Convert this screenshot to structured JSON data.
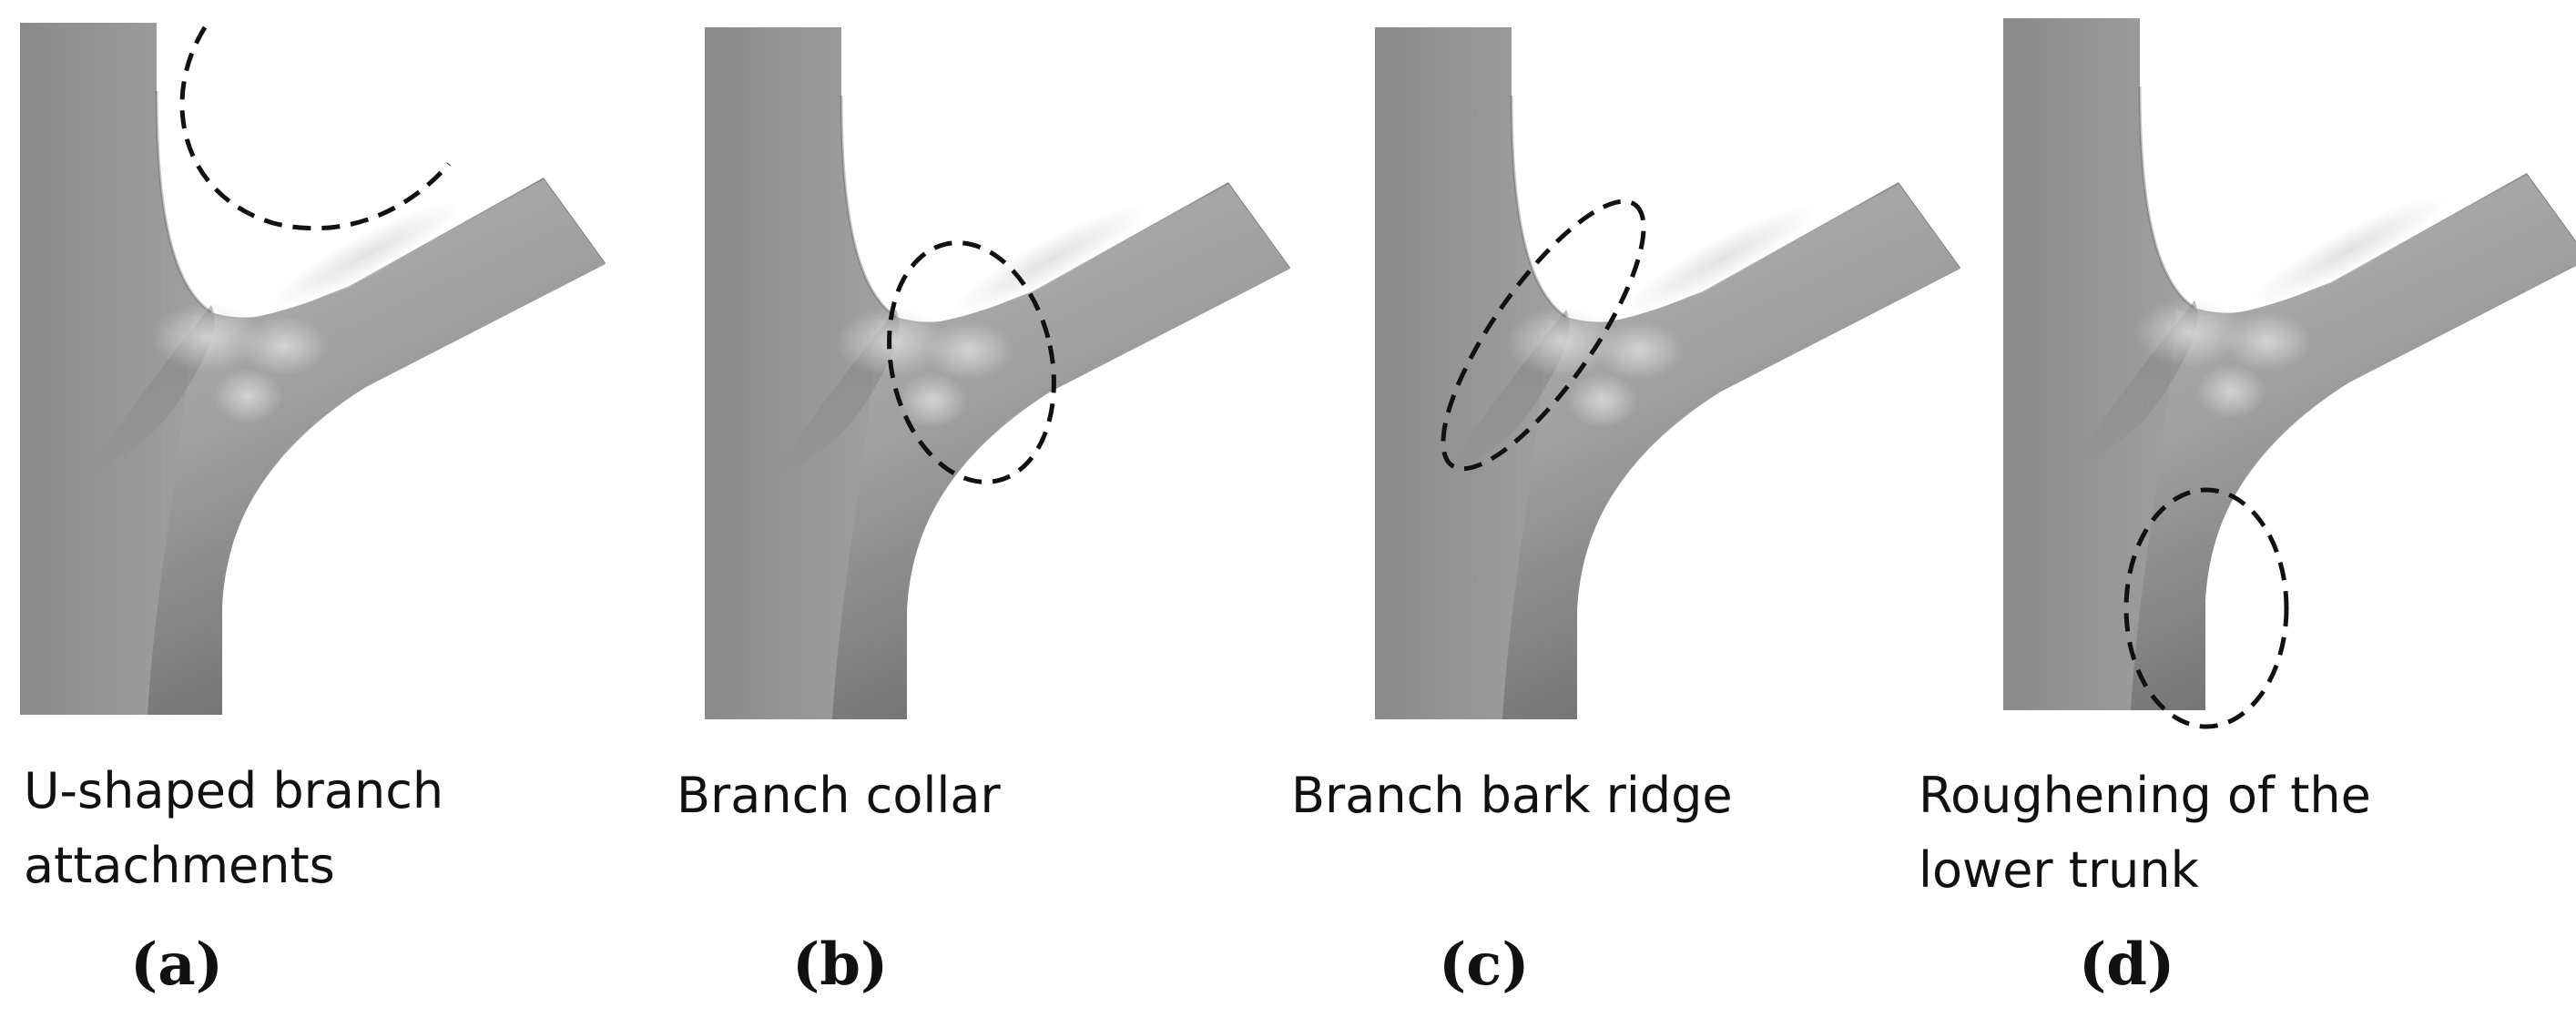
{
  "panels": [
    {
      "label": "(a)",
      "caption_lines": [
        "U-shaped branch",
        "attachments"
      ],
      "highlight": "u-shaped-arc"
    },
    {
      "label": "(b)",
      "caption_lines": [
        "Branch collar"
      ],
      "highlight": "collar-ellipse"
    },
    {
      "label": "(c)",
      "caption_lines": [
        "Branch bark ridge"
      ],
      "highlight": "bark-ridge-ellipse"
    },
    {
      "label": "(d)",
      "caption_lines": [
        "Roughening of the",
        "lower trunk"
      ],
      "highlight": "lower-trunk-ellipse"
    }
  ],
  "colors": {
    "bark_dark": "#6e6e6e",
    "bark_mid": "#9a9a9a",
    "bark_light": "#c4c4c4",
    "dash": "#111111"
  }
}
